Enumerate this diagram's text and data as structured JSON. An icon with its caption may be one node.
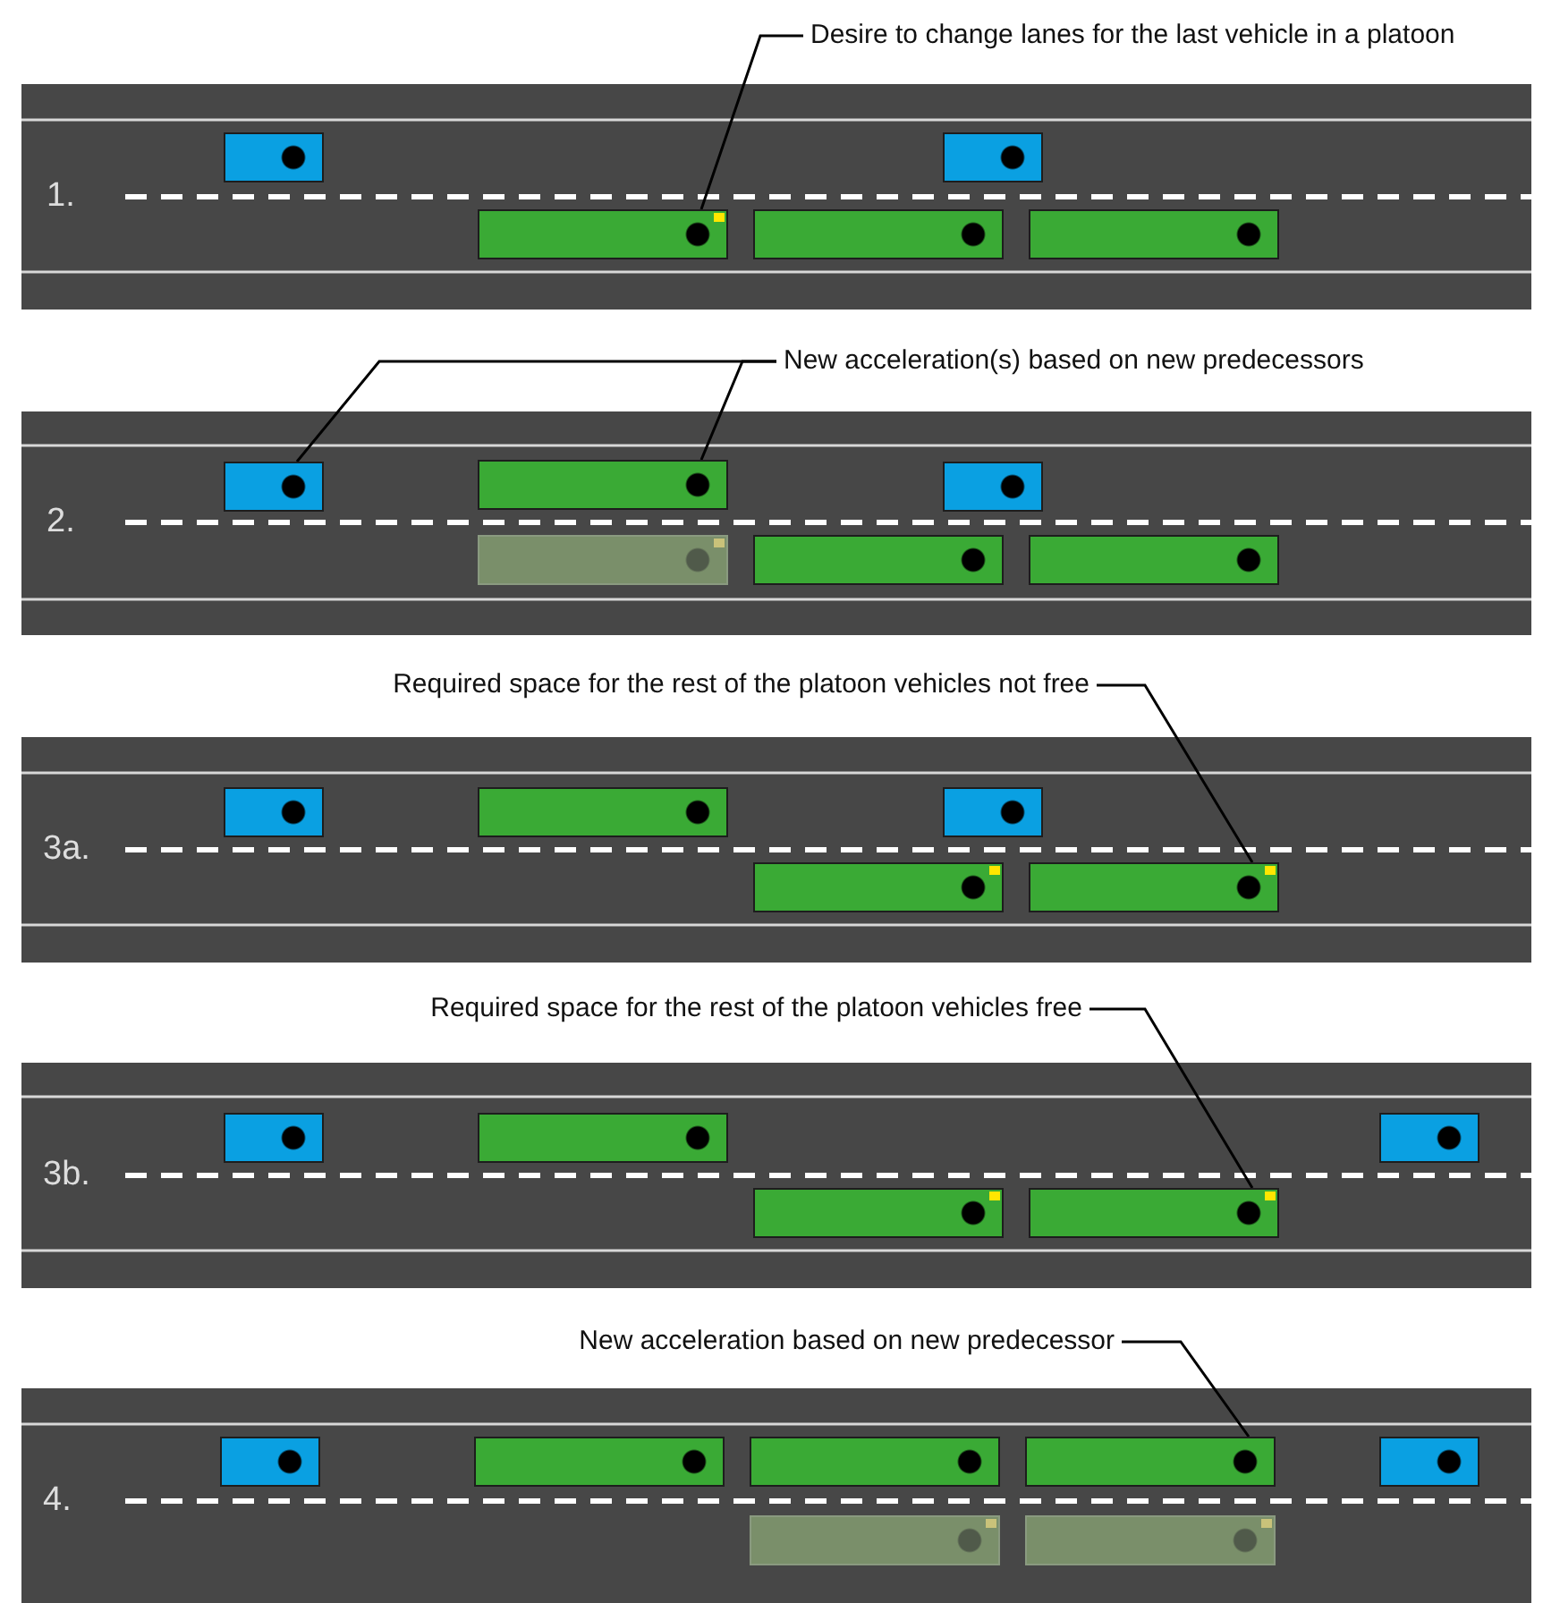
{
  "diagram": {
    "nodes": [
      {
        "text": [
          "Desire to change lanes for the last vehicle in a platoon"
        ]
      },
      {
        "text": [],
        "shape": "box"
      },
      {
        "text": [],
        "shape": "box"
      },
      {
        "text": [],
        "shape": "box"
      },
      {
        "text": [],
        "shape": "box"
      },
      {
        "text": [],
        "shape": "box"
      },
      {
        "text": [
          "New acceleration(s) based on new predecessors"
        ]
      },
      {
        "text": [],
        "shape": "box"
      },
      {
        "text": [],
        "shape": "box"
      },
      {
        "text": [],
        "shape": "box"
      },
      {
        "text": [],
        "shape": "box"
      },
      {
        "text": [],
        "shape": "box"
      },
      {
        "text": [],
        "shape": "box"
      },
      {
        "text": [
          "Required space for the rest of the platoon vehicles not free"
        ]
      },
      {
        "text": [],
        "shape": "box"
      },
      {
        "text": [],
        "shape": "box"
      },
      {
        "text": [],
        "shape": "box"
      },
      {
        "text": [],
        "shape": "box"
      },
      {
        "text": [],
        "shape": "box"
      },
      {
        "text": [
          "Required space for the rest of the platoon vehicles free"
        ]
      },
      {
        "text": [],
        "shape": "box"
      },
      {
        "text": [],
        "shape": "box"
      },
      {
        "text": [],
        "shape": "box"
      },
      {
        "text": [],
        "shape": "box"
      },
      {
        "text": [],
        "shape": "box"
      },
      {
        "text": [
          "New acceleration based on new predecessor"
        ]
      },
      {
        "text": [],
        "shape": "box"
      },
      {
        "text": [],
        "shape": "box"
      },
      {
        "text": [],
        "shape": "box"
      },
      {
        "text": [],
        "shape": "box"
      },
      {
        "text": [],
        "shape": "box"
      },
      {
        "text": [],
        "shape": "box"
      },
      {
        "text": [],
        "shape": "box"
      }
    ],
    "edges": [
      {
        "from": 0,
        "to": 3,
        "arrow": "none"
      },
      {
        "from": 6,
        "to": 7,
        "arrow": "none"
      },
      {
        "from": 6,
        "to": 8,
        "arrow": "none"
      },
      {
        "from": 13,
        "to": 18,
        "arrow": "none"
      },
      {
        "from": 19,
        "to": 24,
        "arrow": "none"
      },
      {
        "from": 25,
        "to": 29,
        "arrow": "none"
      }
    ],
    "labels": [
      "1.",
      "2.",
      "3a.",
      "3b.",
      "4."
    ]
  }
}
